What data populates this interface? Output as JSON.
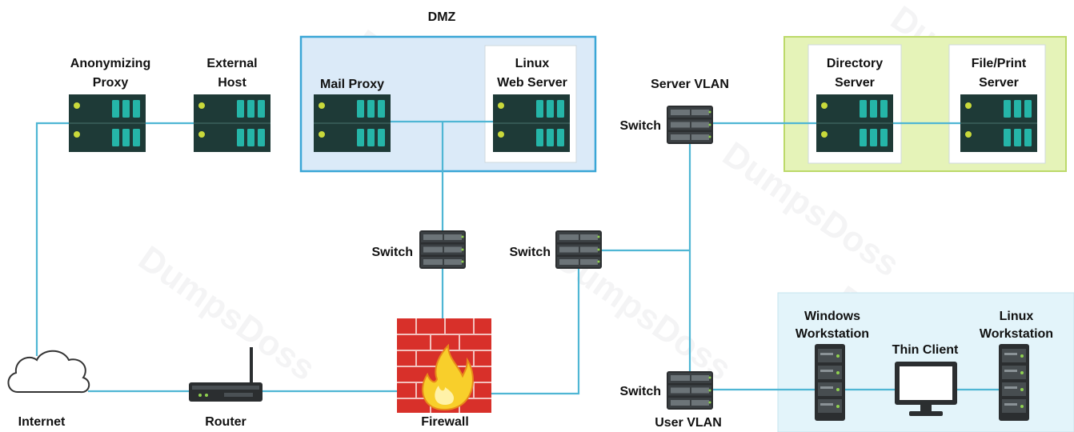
{
  "watermark": "DumpsDoss",
  "zones": {
    "dmz": "DMZ",
    "server_vlan": "Server VLAN",
    "user_vlan": "User VLAN"
  },
  "nodes": {
    "anonymizing_proxy": [
      "Anonymizing",
      "Proxy"
    ],
    "external_host": [
      "External",
      "Host"
    ],
    "mail_proxy": "Mail Proxy",
    "linux_web_server": [
      "Linux",
      "Web Server"
    ],
    "directory_server": [
      "Directory",
      "Server"
    ],
    "file_print_server": [
      "File/Print",
      "Server"
    ],
    "switch": "Switch",
    "internet": "Internet",
    "router": "Router",
    "firewall": "Firewall",
    "windows_workstation": [
      "Windows",
      "Workstation"
    ],
    "thin_client": "Thin Client",
    "linux_workstation": [
      "Linux",
      "Workstation"
    ]
  },
  "colors": {
    "link": "#4fb6d4",
    "dmz_fill": "#dbeaf8",
    "dmz_border": "#3aa6d6",
    "server_zone_fill": "#e5f3b8",
    "server_zone_border": "#bcd96a",
    "user_zone_fill": "#e3f4fa",
    "server_body": "#1e3a37",
    "server_slot": "#25b5a8",
    "server_led": "#c9d93b",
    "firewall": "#d8302a",
    "flame": "#f8cf2b"
  },
  "icons": {
    "server": "rack-server-icon",
    "switch": "network-switch-icon",
    "cloud": "cloud-icon",
    "router": "router-icon",
    "firewall": "firewall-icon",
    "thin_client": "monitor-icon",
    "tower": "tower-server-icon"
  }
}
